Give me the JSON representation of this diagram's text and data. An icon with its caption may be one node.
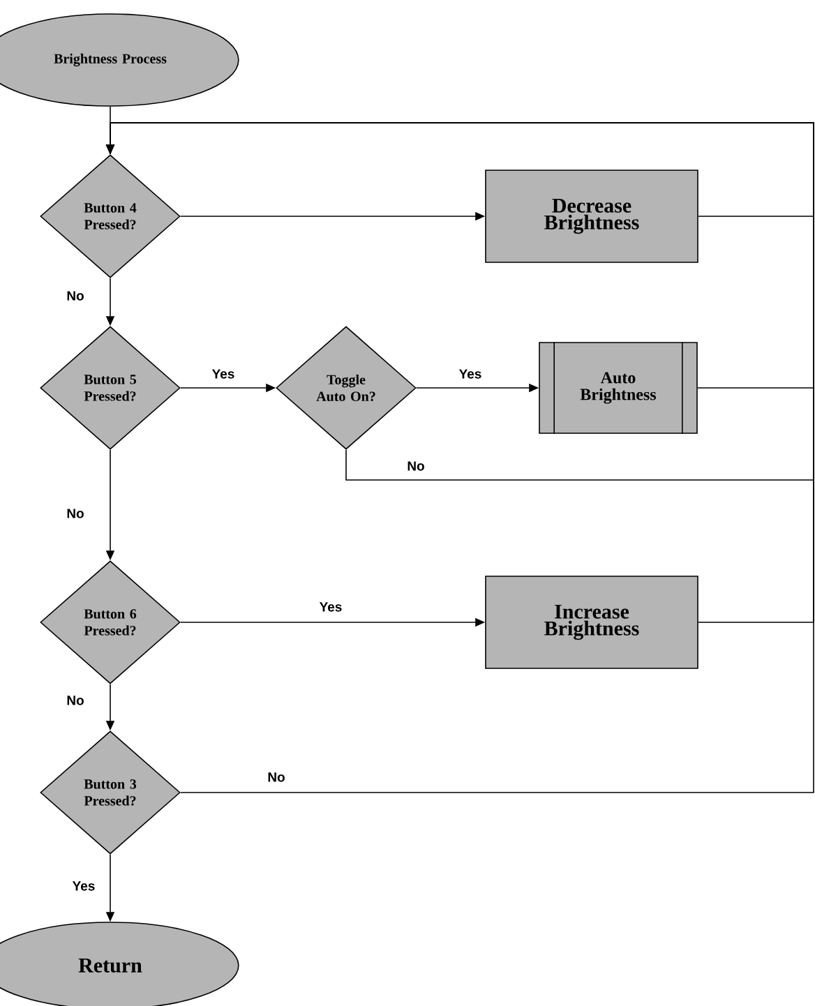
{
  "diagram": {
    "nodes": [
      {
        "text": [
          "Brightness Process"
        ]
      },
      {
        "text": [
          "Button 4 Pressed?"
        ]
      },
      {
        "text": [
          "Decrease Brightness"
        ]
      },
      {
        "text": [
          "Button 5 Pressed?"
        ]
      },
      {
        "text": [
          "Toggle Auto On?"
        ]
      },
      {
        "text": [
          "Auto Brightness"
        ]
      },
      {
        "text": [
          "Button 6 Pressed?"
        ]
      },
      {
        "text": [
          "Increase Brightness"
        ]
      },
      {
        "text": [
          "Button 3 Pressed?"
        ]
      },
      {
        "text": [
          "Return"
        ]
      }
    ],
    "edges": [
      {
        "from": 0,
        "to": 1,
        "arrow": "to"
      },
      {
        "from": 1,
        "to": 2,
        "arrow": "to"
      },
      {
        "from": 1,
        "to": 3,
        "arrow": "to",
        "label": "No"
      },
      {
        "from": 3,
        "to": 4,
        "arrow": "to",
        "label": "Yes"
      },
      {
        "from": 4,
        "to": 5,
        "arrow": "to",
        "label": "Yes"
      },
      {
        "from": 4,
        "to": 1,
        "arrow": "to",
        "label": "No"
      },
      {
        "from": 3,
        "to": 6,
        "arrow": "to",
        "label": "No"
      },
      {
        "from": 6,
        "to": 7,
        "arrow": "to",
        "label": "Yes"
      },
      {
        "from": 6,
        "to": 8,
        "arrow": "to",
        "label": "No"
      },
      {
        "from": 8,
        "to": 1,
        "arrow": "to",
        "label": "No"
      },
      {
        "from": 8,
        "to": 9,
        "arrow": "to",
        "label": "Yes"
      },
      {
        "from": 2,
        "to": 1,
        "arrow": "to"
      },
      {
        "from": 5,
        "to": 1,
        "arrow": "to"
      },
      {
        "from": 7,
        "to": 1,
        "arrow": "to"
      }
    ]
  }
}
